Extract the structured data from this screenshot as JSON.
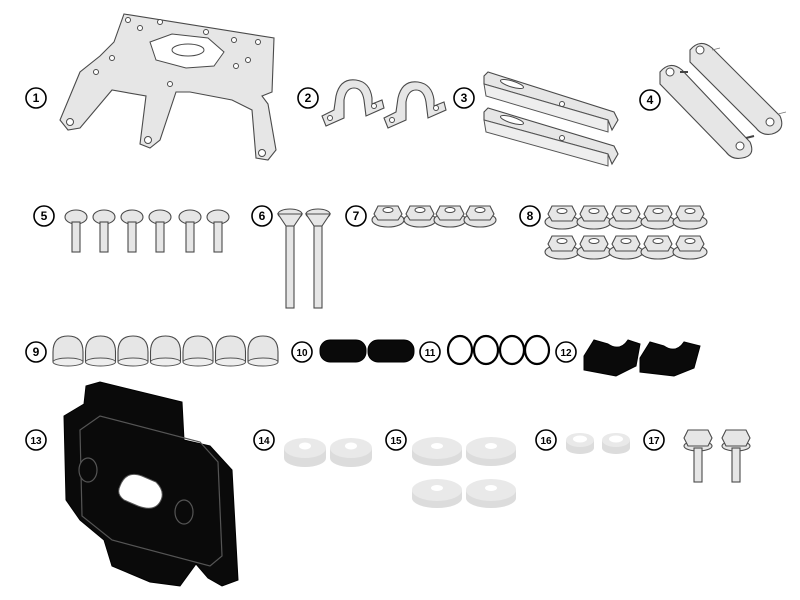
{
  "labels": {
    "n1": "1",
    "n2": "2",
    "n3": "3",
    "n4": "4",
    "n5": "5",
    "n6": "6",
    "n7": "7",
    "n8": "8",
    "n9": "9",
    "n10": "10",
    "n11": "11",
    "n12": "12",
    "n13": "13",
    "n14": "14",
    "n15": "15",
    "n16": "16",
    "n17": "17"
  },
  "counts": {
    "n5": 6,
    "n6": 2,
    "n7": 4,
    "n8": 10,
    "n9": 7,
    "n10": 2,
    "n11": 4,
    "n12": 2,
    "n14": 2,
    "n15": 4,
    "n16": 2,
    "n17": 2
  },
  "colors": {
    "metal": "#e6e6e6",
    "rubber": "#0a0a0a",
    "spacer": "#dedede",
    "outline": "#4a4a4a"
  }
}
